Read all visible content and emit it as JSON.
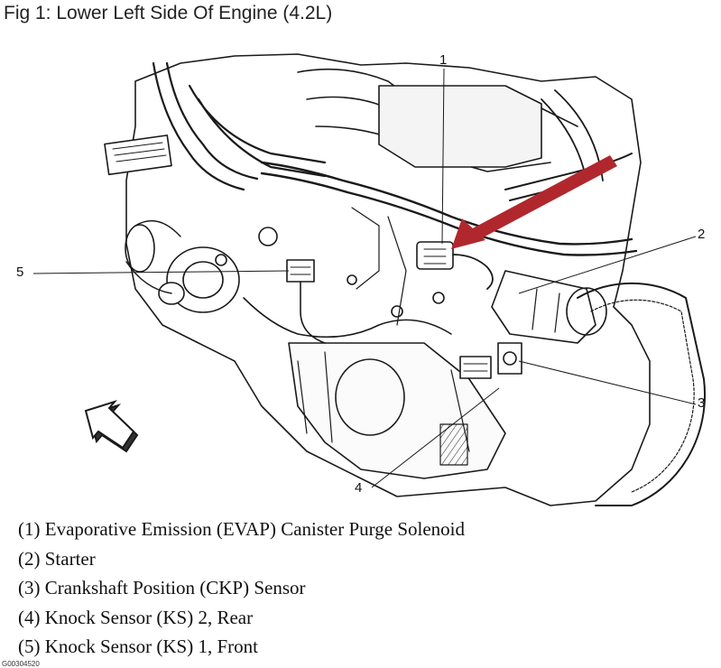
{
  "figure": {
    "title": "Fig 1: Lower Left Side Of Engine (4.2L)",
    "ref_code": "G00304520"
  },
  "callouts": [
    "1",
    "2",
    "3",
    "4",
    "5"
  ],
  "legend": [
    "(1) Evaporative Emission (EVAP) Canister Purge Solenoid",
    "(2) Starter",
    "(3) Crankshaft Position (CKP) Sensor",
    "(4) Knock Sensor (KS) 2, Rear",
    "(5) Knock Sensor (KS) 1, Front"
  ],
  "colors": {
    "arrow": "#b0282e",
    "line": "#1a1a1a"
  }
}
